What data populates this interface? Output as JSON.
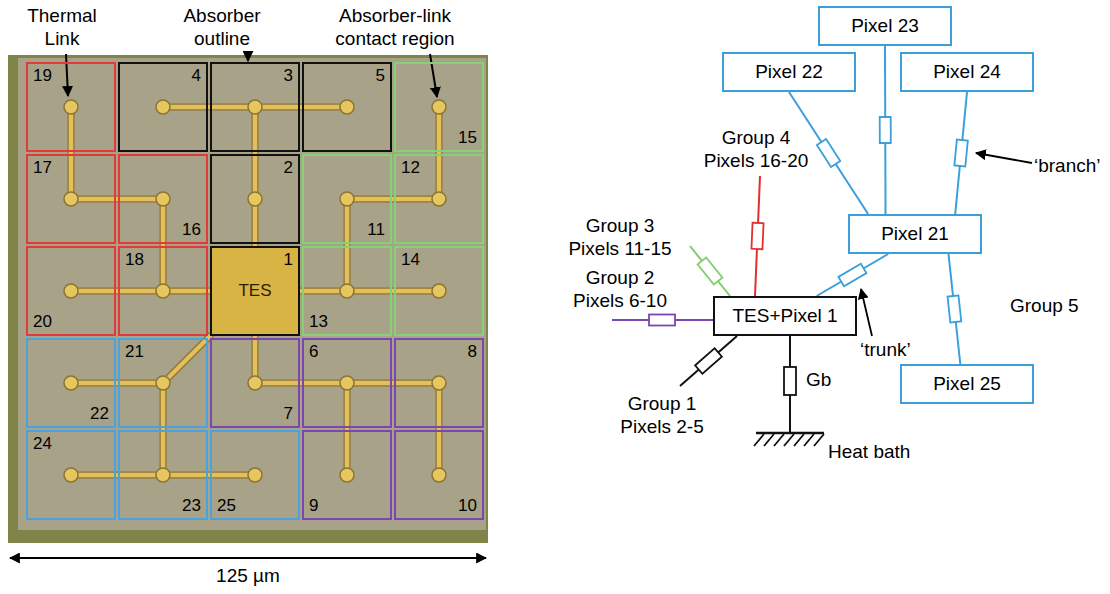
{
  "diagram": {
    "nodes": [
      {
        "text": [
          "19"
        ]
      },
      {
        "text": [
          "4"
        ]
      },
      {
        "text": [
          "3"
        ]
      },
      {
        "text": [
          "5"
        ]
      },
      {
        "text": [
          "15"
        ]
      },
      {
        "text": [
          "17"
        ]
      },
      {
        "text": [
          "16"
        ]
      },
      {
        "text": [
          "2"
        ]
      },
      {
        "text": [
          "11"
        ]
      },
      {
        "text": [
          "12"
        ]
      },
      {
        "text": [
          "20"
        ]
      },
      {
        "text": [
          "18"
        ]
      },
      {
        "text": [
          "1",
          "TES"
        ]
      },
      {
        "text": [
          "13"
        ]
      },
      {
        "text": [
          "14"
        ]
      },
      {
        "text": [
          "22"
        ]
      },
      {
        "text": [
          "21"
        ]
      },
      {
        "text": [
          "7"
        ]
      },
      {
        "text": [
          "6"
        ]
      },
      {
        "text": [
          "8"
        ]
      },
      {
        "text": [
          "24"
        ]
      },
      {
        "text": [
          "23"
        ]
      },
      {
        "text": [
          "25"
        ]
      },
      {
        "text": [
          "9"
        ]
      },
      {
        "text": [
          "10"
        ]
      },
      {
        "text": [
          "Pixel 23"
        ]
      },
      {
        "text": [
          "Pixel 22"
        ]
      },
      {
        "text": [
          "Pixel 24"
        ]
      },
      {
        "text": [
          "Pixel 21"
        ]
      },
      {
        "text": [
          "TES+Pixel 1"
        ]
      },
      {
        "text": [
          "Pixel 25"
        ]
      }
    ],
    "edges": [
      {
        "from": 28,
        "to": 26,
        "arrow": "none"
      },
      {
        "from": 28,
        "to": 25,
        "arrow": "none"
      },
      {
        "from": 28,
        "to": 27,
        "arrow": "none"
      },
      {
        "from": 28,
        "to": 29,
        "arrow": "none"
      },
      {
        "from": 28,
        "to": 30,
        "arrow": "none"
      }
    ],
    "labels": [
      "Thermal Link",
      "Absorber outline",
      "Absorber-link contact region",
      "125 µm",
      "Group 3 Pixels 11-15",
      "Group 4 Pixels 16-20",
      "Group 2 Pixels 6-10",
      "Group 1 Pixels 2-5",
      "Group 5",
      "‘branch’",
      "‘trunk’",
      "Gb",
      "Heat bath"
    ]
  }
}
